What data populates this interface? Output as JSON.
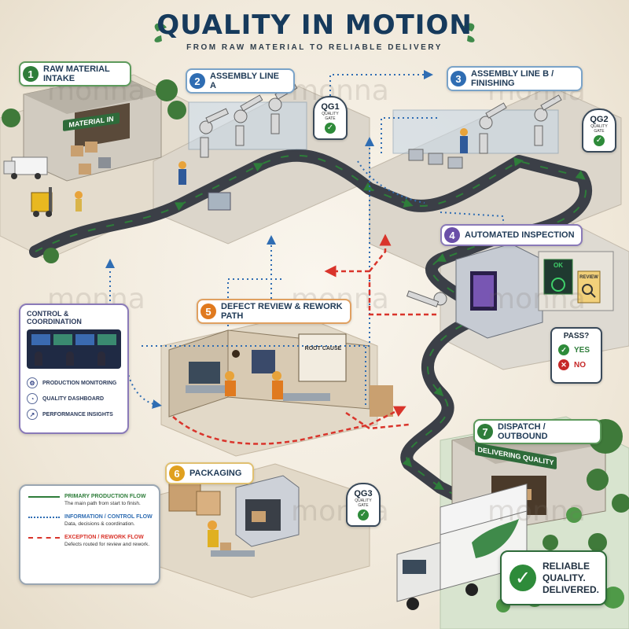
{
  "header": {
    "title": "QUALITY IN MOTION",
    "subtitle": "FROM RAW MATERIAL TO RELIABLE DELIVERY"
  },
  "stages": [
    {
      "num": "1",
      "label": "RAW MATERIAL INTAKE",
      "color": "#2e7d3a"
    },
    {
      "num": "2",
      "label": "ASSEMBLY LINE A",
      "color": "#2f6db3"
    },
    {
      "num": "3",
      "label": "ASSEMBLY LINE B / FINISHING",
      "color": "#2f6db3"
    },
    {
      "num": "4",
      "label": "AUTOMATED INSPECTION",
      "color": "#6a4fa8"
    },
    {
      "num": "5",
      "label": "DEFECT REVIEW & REWORK PATH",
      "color": "#e07a1f"
    },
    {
      "num": "6",
      "label": "PACKAGING",
      "color": "#e0a01f"
    },
    {
      "num": "7",
      "label": "DISPATCH / OUTBOUND",
      "color": "#2e7d3a"
    }
  ],
  "gates": [
    {
      "name": "QG1",
      "sub": "QUALITY GATE"
    },
    {
      "name": "QG2",
      "sub": "QUALITY GATE"
    },
    {
      "name": "QG3",
      "sub": "QUALITY GATE"
    }
  ],
  "signs": {
    "material_in": "MATERIAL IN",
    "delivering_quality": "DELIVERING QUALITY",
    "root_cause": "ROOT CAUSE",
    "ok": "OK",
    "review": "REVIEW"
  },
  "control_panel": {
    "title": "CONTROL & COORDINATION",
    "items": [
      "PRODUCTION MONITORING",
      "QUALITY DASHBOARD",
      "PERFORMANCE INSIGHTS"
    ]
  },
  "pass_check": {
    "title": "PASS?",
    "yes": "YES",
    "no": "NO"
  },
  "legend": {
    "items": [
      {
        "label": "PRIMARY PRODUCTION FLOW",
        "desc": "The main path from start to finish.",
        "color": "#2e7d3a",
        "style": "solid"
      },
      {
        "label": "INFORMATION / CONTROL FLOW",
        "desc": "Data, decisions & coordination.",
        "color": "#2f6db3",
        "style": "dotted"
      },
      {
        "label": "EXCEPTION / REWORK FLOW",
        "desc": "Defects routed for review and rework.",
        "color": "#d9342b",
        "style": "dashed"
      }
    ]
  },
  "badge": {
    "line1": "RELIABLE",
    "line2": "QUALITY.",
    "line3": "DELIVERED."
  },
  "watermark": "monna",
  "colors": {
    "primary_flow": "#2e7d3a",
    "info_flow": "#2f6db3",
    "rework_flow": "#d9342b",
    "title": "#163a5c"
  }
}
